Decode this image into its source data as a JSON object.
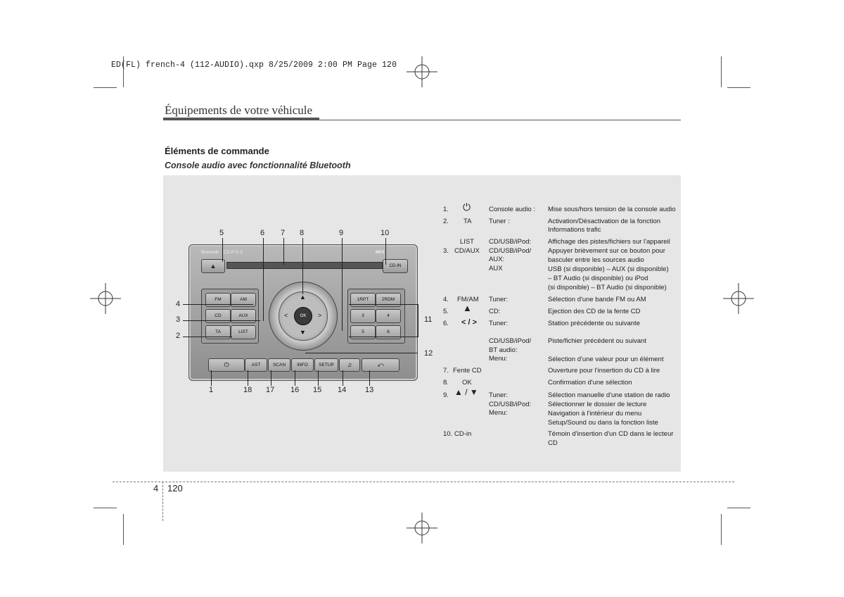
{
  "slug": "ED(FL) french-4 (112-AUDIO).qxp  8/25/2009  2:00 PM  Page 120",
  "section_title": "Équipements de votre véhicule",
  "heading": "Éléments de commande",
  "subheading": "Console audio avec fonctionnalité Bluetooth",
  "radio": {
    "bluetooth_label": "Bluetooth",
    "cd_label": "CD·R·D·S",
    "mp3_label": "MP3",
    "eject": "▲",
    "cdin": "CD-IN",
    "left_buttons": [
      "FM",
      "AM",
      "CD",
      "AUX",
      "TA",
      "LIST"
    ],
    "right_buttons": [
      "1RPT",
      "2RDM",
      "3",
      "4",
      "5",
      "6"
    ],
    "bottom_buttons": [
      "⏻",
      "AST",
      "SCAN",
      "INFO",
      "SETUP",
      "♫",
      "⤺"
    ],
    "ok": "OK",
    "up": "▲",
    "down": "▼",
    "left": "<",
    "right": ">"
  },
  "callouts": [
    "5",
    "6",
    "7",
    "8",
    "9",
    "10",
    "4",
    "3",
    "2",
    "11",
    "12",
    "1",
    "18",
    "17",
    "16",
    "15",
    "14",
    "13"
  ],
  "legend": [
    {
      "num": "1.",
      "key": "⏻",
      "sub": "Console audio :",
      "desc": [
        "Mise sous/hors tension de la console audio"
      ]
    },
    {
      "num": "2.",
      "key": "TA",
      "sub": "Tuner :",
      "desc": [
        "Activation/Désactivation de la fonction",
        "Informations trafic"
      ]
    },
    {
      "num": "3.",
      "key": "LIST\nCD/AUX",
      "sub": "CD/USB/iPod:\nCD/USB/iPod/\nAUX:\nAUX",
      "desc": [
        "Affichage des pistes/fichiers sur l'appareil",
        "Appuyer brièvement sur ce bouton pour",
        "basculer entre les sources audio",
        "USB (si disponible) – AUX (si disponible)",
        "– BT Audio (si disponible) ou iPod",
        "(si disponible) – BT Audio (si disponible)"
      ]
    },
    {
      "num": "4.",
      "key": "FM/AM",
      "sub": "Tuner:",
      "desc": [
        "Sélection d'une bande FM ou AM"
      ]
    },
    {
      "num": "5.",
      "key": "▲",
      "sub": "CD:",
      "desc": [
        "Ejection des CD de la fente CD"
      ]
    },
    {
      "num": "6.",
      "key": "< / >",
      "sub": "Tuner:",
      "desc": [
        "Station précédente ou suivante"
      ]
    },
    {
      "num": "",
      "key": "",
      "sub": "CD/USB/iPod/\nBT audio:\nMenu:",
      "desc": [
        "Piste/fichier précédent ou suivant",
        "",
        "Sélection d'une valeur pour un élément"
      ]
    },
    {
      "num": "7.",
      "key": "Fente CD",
      "sub": "",
      "desc": [
        "Ouverture pour l'insertion du CD à lire"
      ]
    },
    {
      "num": "8.",
      "key": "OK",
      "sub": "",
      "desc": [
        "Confirmation d'une sélection"
      ]
    },
    {
      "num": "9.",
      "key": "▲ / ▼",
      "sub": "Tuner:\nCD/USB/iPod:\nMenu:",
      "desc": [
        "Sélection manuelle d'une station de radio",
        "Sélectionner le dossier de lecture",
        "Navigation à l'intérieur du menu",
        "Setup/Sound ou dans la fonction liste"
      ]
    },
    {
      "num": "10.",
      "key": "CD-in",
      "sub": "",
      "desc": [
        "Témoin d'insertion d'un CD dans le lecteur",
        "CD"
      ]
    }
  ],
  "page_chapter": "4",
  "page_number": "120"
}
